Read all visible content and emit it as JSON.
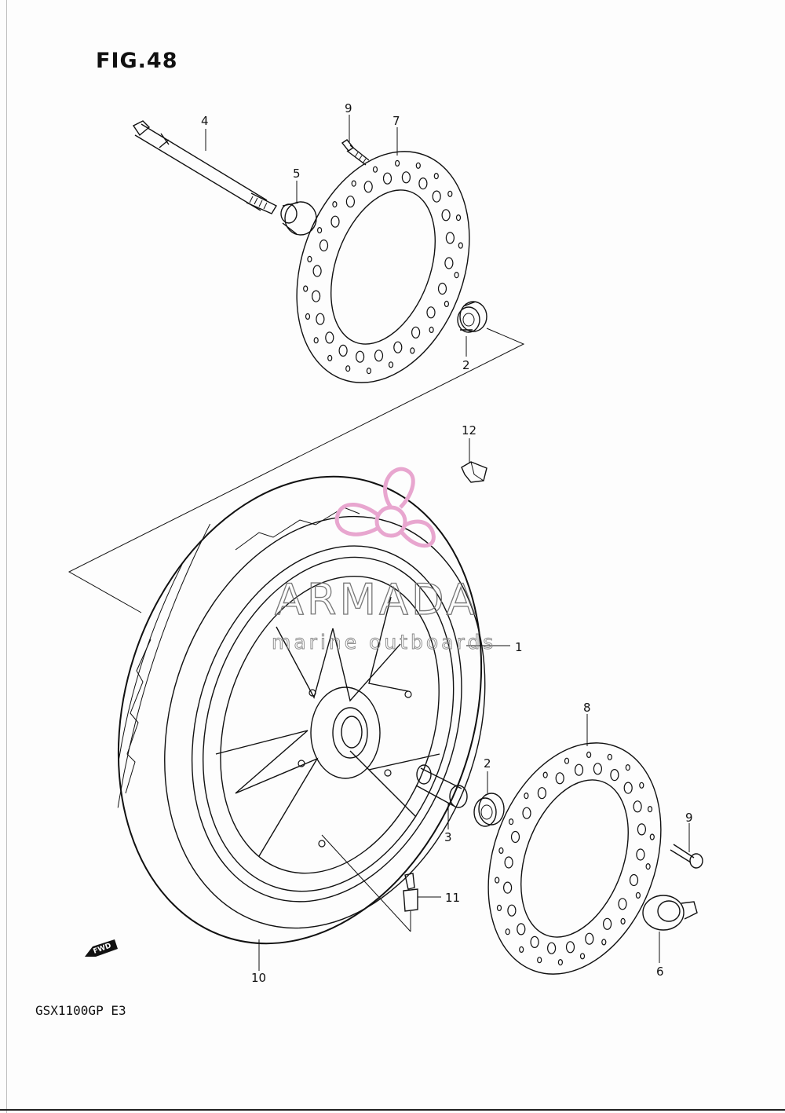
{
  "figure": {
    "title": "FIG.48",
    "model_code": "GSX1100GP  E3",
    "fwd_label": "FWD"
  },
  "callouts": [
    {
      "id": "c1",
      "text": "1"
    },
    {
      "id": "c2a",
      "text": "2"
    },
    {
      "id": "c2b",
      "text": "2"
    },
    {
      "id": "c3",
      "text": "3"
    },
    {
      "id": "c4",
      "text": "4"
    },
    {
      "id": "c5",
      "text": "5"
    },
    {
      "id": "c6",
      "text": "6"
    },
    {
      "id": "c7",
      "text": "7"
    },
    {
      "id": "c8",
      "text": "8"
    },
    {
      "id": "c9a",
      "text": "9"
    },
    {
      "id": "c9b",
      "text": "9"
    },
    {
      "id": "c10",
      "text": "10"
    },
    {
      "id": "c11",
      "text": "11"
    },
    {
      "id": "c12",
      "text": "12"
    }
  ],
  "watermark": {
    "title": "ARMADA",
    "subtitle": "marine outboards",
    "logo_color": "#e8a6cf",
    "text_color": "#7a7a7a"
  }
}
